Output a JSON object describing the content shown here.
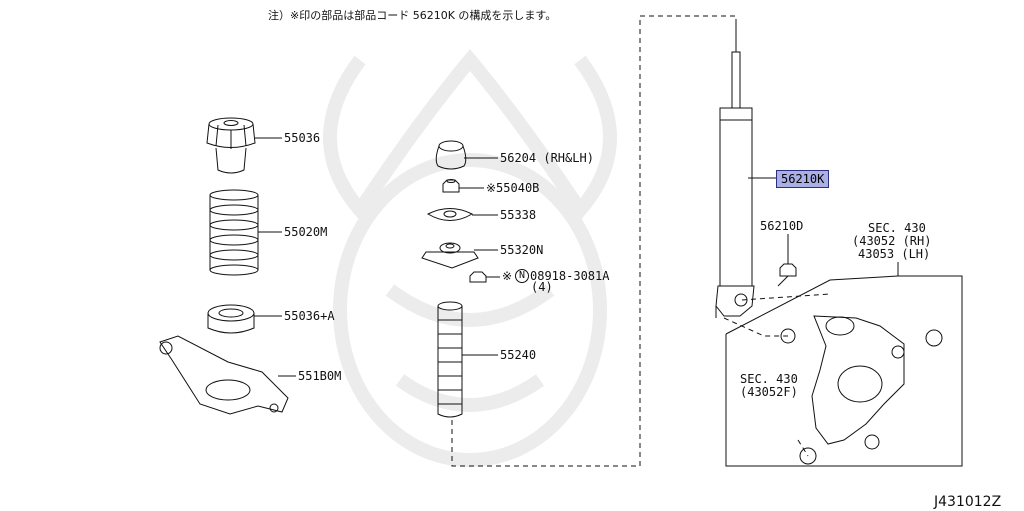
{
  "header_note": "注）※印の部品は部品コード 56210K の構成を示します。",
  "figure_id": "J431012Z",
  "parts": {
    "p55036": "55036",
    "p55020M": "55020M",
    "p55036A": "55036+A",
    "p551B0M": "551B0M",
    "p56204": "56204 (RH&LH)",
    "p55040B": "※55040B",
    "p55338": "55338",
    "p55320N": "55320N",
    "p08918_mark": "※",
    "p08918_circle": "N",
    "p08918": "08918-3081A",
    "p08918_qty": "(4)",
    "p55240": "55240",
    "p56210K": "56210K",
    "p56210D": "56210D"
  },
  "sections": {
    "sec430_main_1": "SEC. 430",
    "sec430_main_2": "(43052 (RH)",
    "sec430_main_3": "43053 (LH)",
    "sec430_f_1": "SEC. 430",
    "sec430_f_2": "(43052F)"
  },
  "colors": {
    "highlight": "#aab0e6",
    "line": "#111111",
    "watermark": "#eeeeee"
  }
}
